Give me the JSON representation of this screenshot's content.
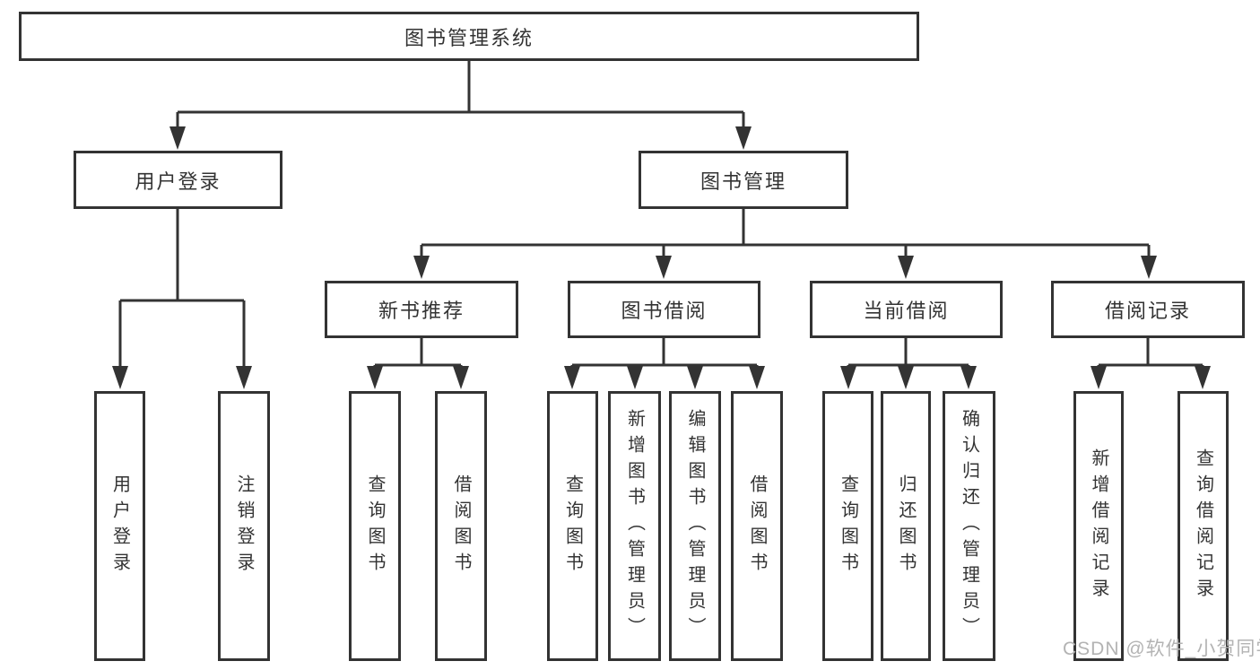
{
  "colors": {
    "background": "#ffffff",
    "line": "#333333",
    "box_border": "#333333",
    "text": "#333333",
    "watermark": "#b3b3b3"
  },
  "watermark": {
    "text": "CSDN @软件_小贺同学"
  },
  "diagram": {
    "type": "hierarchy-tree",
    "root": {
      "label": "图书管理系统",
      "children": [
        {
          "label": "用户登录",
          "children": [
            {
              "label": "用户登录"
            },
            {
              "label": "注销登录"
            }
          ]
        },
        {
          "label": "图书管理",
          "children": [
            {
              "label": "新书推荐",
              "children": [
                {
                  "label": "查询图书"
                },
                {
                  "label": "借阅图书"
                }
              ]
            },
            {
              "label": "图书借阅",
              "children": [
                {
                  "label": "查询图书"
                },
                {
                  "label": "新增图书（管理员）"
                },
                {
                  "label": "编辑图书（管理员）"
                },
                {
                  "label": "借阅图书"
                }
              ]
            },
            {
              "label": "当前借阅",
              "children": [
                {
                  "label": "查询图书"
                },
                {
                  "label": "归还图书"
                },
                {
                  "label": "确认归还（管理员）"
                }
              ]
            },
            {
              "label": "借阅记录",
              "children": [
                {
                  "label": "新增借阅记录"
                },
                {
                  "label": "查询借阅记录"
                }
              ]
            }
          ]
        }
      ]
    }
  }
}
